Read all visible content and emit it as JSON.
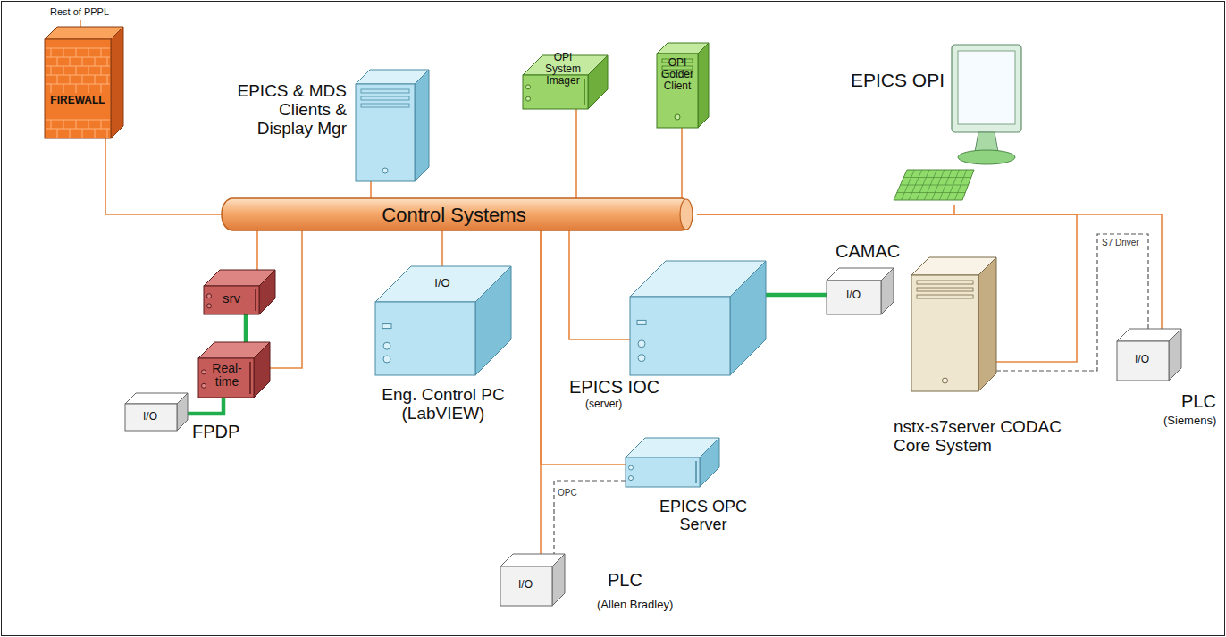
{
  "diagram": {
    "nodes": [
      {
        "text": [
          "FIREWALL"
        ]
      },
      {
        "text": [
          "EPICS & MDS Clients & Display Mgr"
        ]
      },
      {
        "text": [
          "OPI System Imager"
        ]
      },
      {
        "text": [
          "OPI Golder Client"
        ]
      },
      {
        "text": [
          "EPICS OPI"
        ]
      },
      {
        "text": [
          "Control Systems"
        ]
      },
      {
        "text": [
          "srv"
        ]
      },
      {
        "text": [
          "Real-time"
        ]
      },
      {
        "text": [
          "I/O",
          "FPDP"
        ]
      },
      {
        "text": [
          "I/O",
          "Eng. Control PC (LabVIEW)"
        ]
      },
      {
        "text": [
          "EPICS IOC",
          "(server)"
        ]
      },
      {
        "text": [
          "CAMAC",
          "I/O"
        ]
      },
      {
        "text": [
          "EPICS OPC Server"
        ]
      },
      {
        "text": [
          "I/O",
          "PLC",
          "(Allen Bradley)"
        ]
      },
      {
        "text": [
          "nstx-s7server CODAC Core System"
        ]
      },
      {
        "text": [
          "I/O",
          "PLC",
          "(Siemens)"
        ]
      }
    ],
    "edges": [
      {
        "from": 0,
        "to": 5,
        "arrow": "none"
      },
      {
        "from": 1,
        "to": 5,
        "arrow": "none"
      },
      {
        "from": 2,
        "to": 5,
        "arrow": "none"
      },
      {
        "from": 3,
        "to": 5,
        "arrow": "none"
      },
      {
        "from": 4,
        "to": 5,
        "arrow": "none"
      },
      {
        "from": 5,
        "to": 6,
        "arrow": "none"
      },
      {
        "from": 5,
        "to": 7,
        "arrow": "none"
      },
      {
        "from": 6,
        "to": 7,
        "arrow": "none"
      },
      {
        "from": 7,
        "to": 8,
        "arrow": "none"
      },
      {
        "from": 5,
        "to": 9,
        "arrow": "none"
      },
      {
        "from": 5,
        "to": 10,
        "arrow": "none"
      },
      {
        "from": 10,
        "to": 11,
        "arrow": "none"
      },
      {
        "from": 5,
        "to": 12,
        "arrow": "none"
      },
      {
        "from": 5,
        "to": 13,
        "arrow": "none"
      },
      {
        "from": 12,
        "to": 13,
        "label": "OPC",
        "arrow": "none"
      },
      {
        "from": 14,
        "to": 5,
        "arrow": "none"
      },
      {
        "from": 15,
        "to": 5,
        "arrow": "none"
      },
      {
        "from": 14,
        "to": 15,
        "label": "S7 Driver",
        "arrow": "none"
      }
    ],
    "labels": [
      "Rest of PPPL"
    ]
  }
}
